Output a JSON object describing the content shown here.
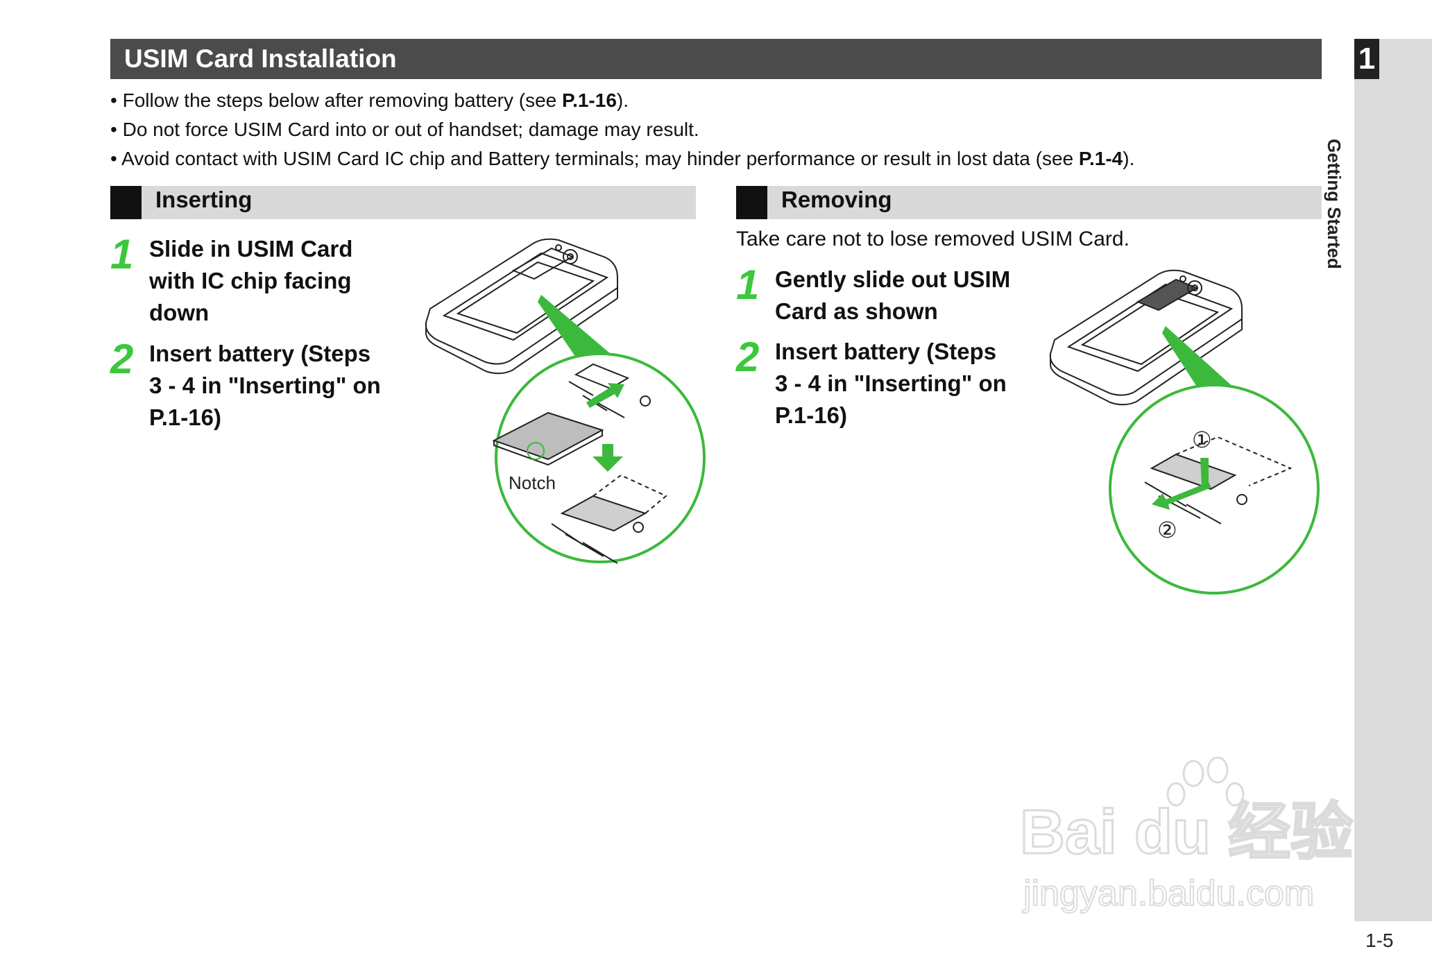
{
  "header": {
    "title": "USIM Card Installation"
  },
  "bullets": [
    {
      "pre": "Follow the steps below after removing battery (see ",
      "ref": "P.1-16",
      "post": ")."
    },
    {
      "pre": "Do not force USIM Card into or out of handset; damage may result.",
      "ref": "",
      "post": ""
    },
    {
      "pre": "Avoid contact with USIM Card IC chip and Battery terminals; may hinder performance or result in lost data (see ",
      "ref": "P.1-4",
      "post": ")."
    }
  ],
  "inserting": {
    "title": "Inserting",
    "steps": [
      {
        "num": "1",
        "text": "Slide in USIM Card\nwith IC chip facing\ndown"
      },
      {
        "num": "2",
        "text": "Insert battery (Steps\n3 - 4 in \"Inserting\" on\nP.1-16)"
      }
    ],
    "notch_label": "Notch"
  },
  "removing": {
    "title": "Removing",
    "note": "Take care not to lose removed USIM Card.",
    "steps": [
      {
        "num": "1",
        "text": "Gently slide out USIM\nCard as shown"
      },
      {
        "num": "2",
        "text": "Insert battery (Steps\n3 - 4 in \"Inserting\" on\nP.1-16)"
      }
    ],
    "marker1": "①",
    "marker2": "②"
  },
  "sidebar": {
    "chapter_number": "1",
    "chapter_title": "Getting Started",
    "page_number": "1-5"
  },
  "watermark": {
    "line1": "Bai du 经验",
    "line2": "jingyan.baidu.com"
  },
  "colors": {
    "accent_green": "#3cb93c",
    "header_bg": "#4b4b4b",
    "subheader_bg": "#d9d9d9"
  }
}
